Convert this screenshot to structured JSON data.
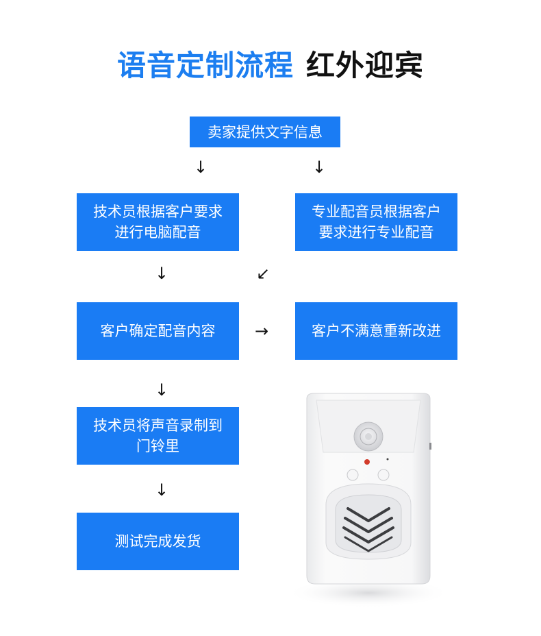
{
  "title": {
    "main": "语音定制流程",
    "sub": "红外迎宾"
  },
  "flow": {
    "seller": "卖家提供文字信息",
    "tech_dub": "技术员根据客户要求\n进行电脑配音",
    "voice_actor": "专业配音员根据客户\n要求进行专业配音",
    "confirm": "客户确定配音内容",
    "dissatisfied": "客户不满意重新改进",
    "record": "技术员将声音录制到\n门铃里",
    "test": "测试完成发货"
  },
  "colors": {
    "accent": "#1a7cf4",
    "title_blue": "#1c7ef0",
    "title_dark": "#111111"
  }
}
